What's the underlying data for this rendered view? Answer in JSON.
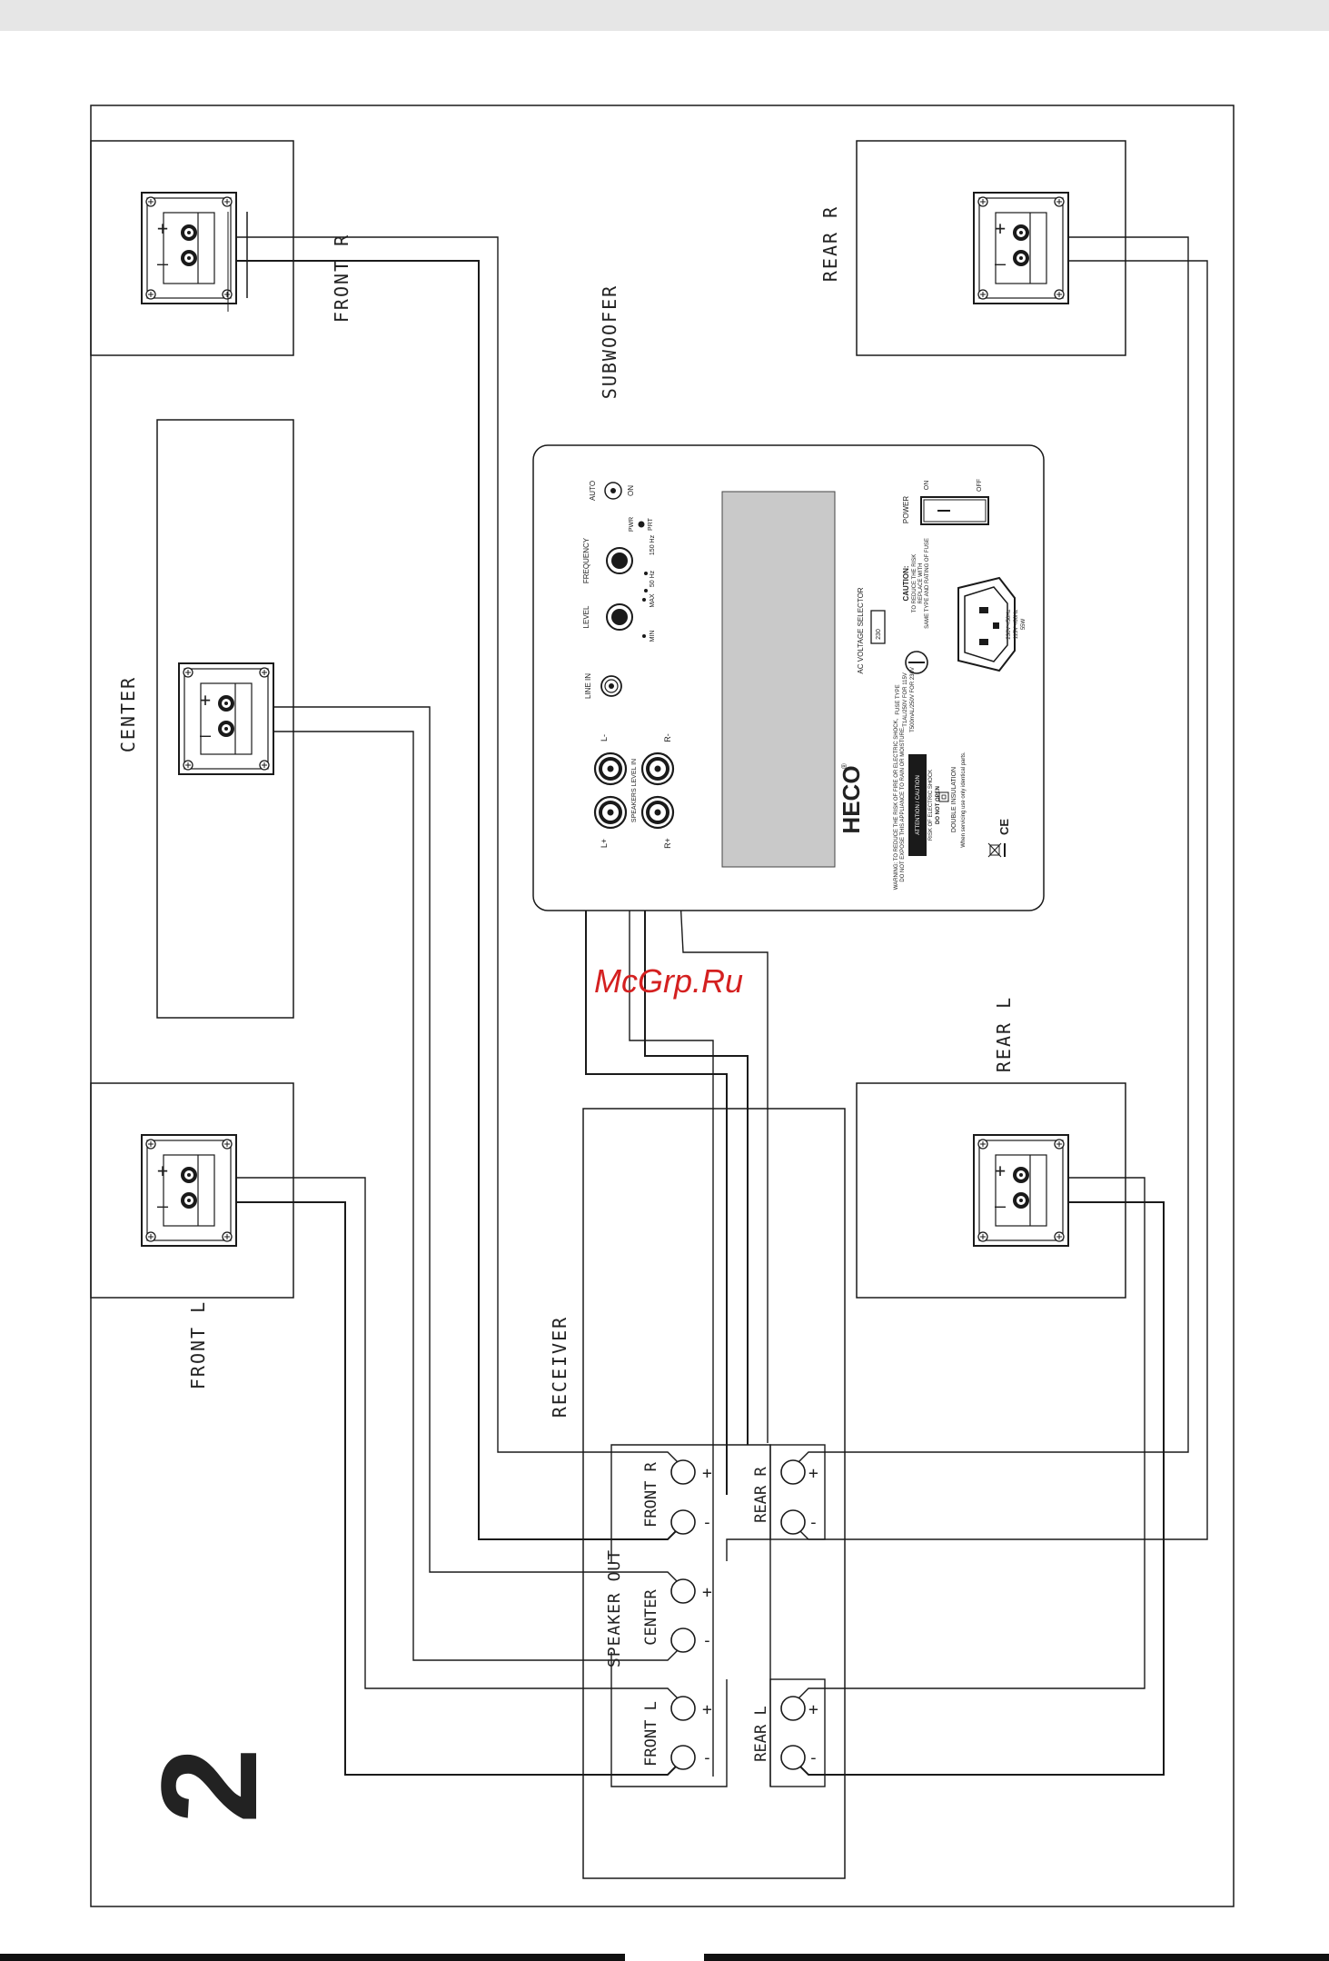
{
  "page": {
    "number": "2"
  },
  "speakers": {
    "front_r": "FRONT R",
    "front_l": "FRONT L",
    "rear_r": "REAR R",
    "rear_l": "REAR L",
    "center": "CENTER",
    "subwoofer": "SUBWOOFER",
    "plus": "+",
    "minus": "–"
  },
  "receiver": {
    "title": "RECEIVER",
    "speaker_out": "SPEAKER OUT",
    "front_r": "FRONT R",
    "center": "CENTER",
    "front_l": "FRONT L",
    "rear_r": "REAR R",
    "rear_l": "REAR L",
    "plus": "+",
    "minus": "-"
  },
  "sub_panel": {
    "auto": "AUTO",
    "on": "ON",
    "pwr": "PWR",
    "prt": "PRT",
    "frequency": "FREQUENCY",
    "hz50": "50 Hz",
    "hz150": "150 Hz",
    "level": "LEVEL",
    "min": "MIN",
    "max": "MAX",
    "line_in": "LINE IN",
    "speakers_level_in": "SPEAKERS LEVEL IN",
    "l_plus": "L+",
    "l_minus": "L-",
    "r_plus": "R+",
    "r_minus": "R-",
    "ac_voltage_selector": "AC VOLTAGE SELECTOR",
    "voltage_value": "230",
    "power": "POWER",
    "power_on": "ON",
    "power_off": "OFF",
    "caution_title": "CAUTION:",
    "caution_line1": "TO REDUCE THE RISK",
    "caution_line2": "REPLACE WITH",
    "caution_line3": "SAME TYPE AND RATING OF FUSE",
    "fuse_line1": "FUSE TYPE",
    "fuse_line2": "T1AL/250V FOR 115V",
    "fuse_line3": "T500mAL/250V FOR 230V",
    "mains_line1": "230V~/50Hz",
    "mains_line2": "115V~/60Hz",
    "mains_line3": "55W",
    "brand": "HECO",
    "registered": "®",
    "attention": "ATTENTION / CAUTION",
    "risk": "RISK OF ELECTRIC SHOCK",
    "do_not_open": "DO NOT OPEN",
    "warning_line1": "WARNING: TO REDUCE THE RISK OF FIRE OR ELECTRIC SHOCK,",
    "warning_line2": "DO NOT EXPOSE THIS APPLIANCE TO RAIN OR MOISTURE.",
    "double_insulation": "DOUBLE INSULATION",
    "servicing": "When servicing use only identical parts.",
    "ce": "CE"
  },
  "watermark": "McGrp.Ru"
}
